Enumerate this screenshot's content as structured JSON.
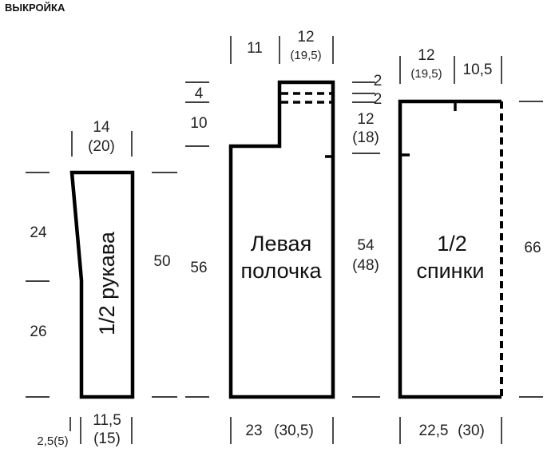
{
  "title": "ВЫКРОЙКА",
  "sleeve": {
    "label": "1/2 рукава",
    "top_width": "14",
    "top_width_alt": "(20)",
    "height_upper": "24",
    "height_lower": "26",
    "total_height": "50",
    "bottom_offset": "2,5(5)",
    "bottom_width": "11,5",
    "bottom_width_alt": "(15)"
  },
  "left_front": {
    "label_line1": "Левая",
    "label_line2": "полочка",
    "top_left_width": "11",
    "top_right_width": "12",
    "top_right_width_alt": "(19,5)",
    "left_step_top": "4",
    "left_step": "10",
    "left_height": "56",
    "right_top_1": "2",
    "right_top_2": "2",
    "right_neck": "12",
    "right_neck_alt": "(18)",
    "right_height": "54",
    "right_height_alt": "(48)",
    "bottom_width": "23",
    "bottom_width_alt": "(30,5)"
  },
  "back": {
    "label_line1": "1/2",
    "label_line2": "спинки",
    "top_left_width": "12",
    "top_left_width_alt": "(19,5)",
    "top_right_width": "10,5",
    "height": "66",
    "bottom_width": "22,5",
    "bottom_width_alt": "(30)"
  }
}
